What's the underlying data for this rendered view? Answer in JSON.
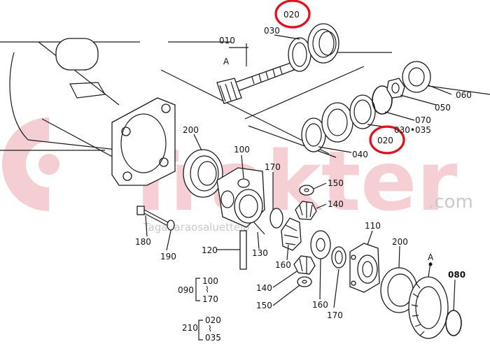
{
  "watermark": {
    "brand": "Trakter",
    "tld": ".com",
    "tagline": "Tagavaraosaluettelo",
    "brand_color": "#e8394a"
  },
  "callouts": {
    "c010": "010",
    "c020_top": "020",
    "c020_mid": "020",
    "c030": "030",
    "c030_035": "030•035",
    "c040": "040",
    "c050": "050",
    "c060": "060",
    "c070": "070",
    "c080": "080",
    "c090": "090",
    "c100": "100",
    "c110": "110",
    "c120": "120",
    "c130": "130",
    "c140_a": "140",
    "c140_b": "140",
    "c150_a": "150",
    "c150_b": "150",
    "c160_a": "160",
    "c160_b": "160",
    "c170_a": "170",
    "c170_b": "170",
    "c180": "180",
    "c190": "190",
    "c200_a": "200",
    "c200_b": "200",
    "c210": "210",
    "ref_a_top": "A",
    "ref_a_bottom": "A"
  },
  "ranges": {
    "r090_from": "100",
    "r090_sep": "⌇",
    "r090_to": "170",
    "r210_from": "020",
    "r210_sep": "⌇",
    "r210_to": "035"
  },
  "highlight_color": "#e0101c"
}
